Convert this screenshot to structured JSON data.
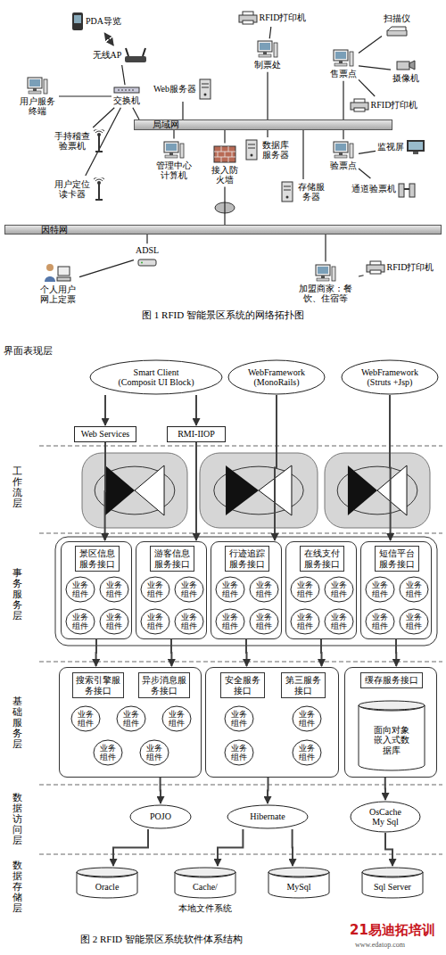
{
  "diagram": {
    "caption": "图 2  RFID 智能景区系统软件体系结构",
    "nodes": [
      {
        "text": [
          "PDA导览"
        ]
      },
      {
        "text": [
          "无线AP"
        ]
      },
      {
        "text": [
          "用户服务终端"
        ]
      },
      {
        "text": [
          "交换机"
        ]
      },
      {
        "text": [
          "手持稽查验票机"
        ]
      },
      {
        "text": [
          "用户定位读卡器"
        ]
      },
      {
        "text": [
          "Web服务器"
        ]
      },
      {
        "text": [
          "RFID打印机"
        ]
      },
      {
        "text": [
          "制票处"
        ]
      },
      {
        "text": [
          "扫描仪"
        ]
      },
      {
        "text": [
          "售票点"
        ]
      },
      {
        "text": [
          "摄像机"
        ]
      },
      {
        "text": [
          "RFID打印机"
        ]
      },
      {
        "text": [
          "局域网"
        ]
      },
      {
        "text": [
          "管理中心计算机"
        ]
      },
      {
        "text": [
          "数据库服务器"
        ]
      },
      {
        "text": [
          "接入防火墙"
        ]
      },
      {
        "text": [
          "存储服务器"
        ]
      },
      {
        "text": [
          "验票点"
        ]
      },
      {
        "text": [
          "监视屏"
        ]
      },
      {
        "text": [
          "通道验票机"
        ]
      },
      {
        "text": [
          "因特网"
        ]
      },
      {
        "text": [
          "ADSL"
        ]
      },
      {
        "text": [
          "个人用户网上定票"
        ]
      },
      {
        "text": [
          "加盟商家：餐饮、住宿等"
        ]
      },
      {
        "text": [
          "RFID打印机"
        ]
      },
      {
        "text": [
          "Smart Client",
          "(Composit UI Block)"
        ]
      },
      {
        "text": [
          "WebFramework",
          "(MonoRails)"
        ]
      },
      {
        "text": [
          "WebFramework",
          "(Struts +Jsp)"
        ]
      },
      {
        "text": [
          "Web Services"
        ]
      },
      {
        "text": [
          "RMI-IIOP"
        ]
      },
      {
        "text": [
          "景区信息服务接口"
        ]
      },
      {
        "text": [
          "业务组件"
        ],
        "in": 31
      },
      {
        "text": [
          "业务组件"
        ],
        "in": 31
      },
      {
        "text": [
          "业务组件"
        ],
        "in": 31
      },
      {
        "text": [
          "业务组件"
        ],
        "in": 31
      },
      {
        "text": [
          "游客信息服务接口"
        ]
      },
      {
        "text": [
          "业务组件"
        ],
        "in": 36
      },
      {
        "text": [
          "业务组件"
        ],
        "in": 36
      },
      {
        "text": [
          "业务组件"
        ],
        "in": 36
      },
      {
        "text": [
          "业务组件"
        ],
        "in": 36
      },
      {
        "text": [
          "行迹追踪服务接口"
        ]
      },
      {
        "text": [
          "业务组件"
        ],
        "in": 41
      },
      {
        "text": [
          "业务组件"
        ],
        "in": 41
      },
      {
        "text": [
          "业务组件"
        ],
        "in": 41
      },
      {
        "text": [
          "业务组件"
        ],
        "in": 41
      },
      {
        "text": [
          "在线支付服务接口"
        ]
      },
      {
        "text": [
          "业务组件"
        ],
        "in": 46
      },
      {
        "text": [
          "业务组件"
        ],
        "in": 46
      },
      {
        "text": [
          "业务组件"
        ],
        "in": 46
      },
      {
        "text": [
          "业务组件"
        ],
        "in": 46
      },
      {
        "text": [
          "短信平台服务接口"
        ]
      },
      {
        "text": [
          "业务组件"
        ],
        "in": 51
      },
      {
        "text": [
          "业务组件"
        ],
        "in": 51
      },
      {
        "text": [
          "业务组件"
        ],
        "in": 51
      },
      {
        "text": [
          "业务组件"
        ],
        "in": 51
      },
      {
        "text": [
          "搜索引擎服务接口",
          "异步消息服务接口"
        ]
      },
      {
        "text": [
          "业务组件"
        ],
        "in": 56
      },
      {
        "text": [
          "业务组件"
        ],
        "in": 56
      },
      {
        "text": [
          "业务组件"
        ],
        "in": 56
      },
      {
        "text": [
          "业务组件"
        ],
        "in": 56
      },
      {
        "text": [
          "业务组件"
        ],
        "in": 56
      },
      {
        "text": [
          "安全服务接口",
          "第三服务接口"
        ]
      },
      {
        "text": [
          "业务组件"
        ],
        "in": 62
      },
      {
        "text": [
          "业务组件"
        ],
        "in": 62
      },
      {
        "text": [
          "业务组件"
        ],
        "in": 62
      },
      {
        "text": [
          "业务组件"
        ],
        "in": 62
      },
      {
        "text": [
          "缓存服务接口"
        ]
      },
      {
        "text": [
          "面向对象嵌入式数据库"
        ],
        "in": 67
      },
      {
        "text": [
          "POJO"
        ]
      },
      {
        "text": [
          "Hibernate"
        ]
      },
      {
        "text": [
          "OsCache",
          "My Sql"
        ]
      },
      {
        "text": [
          "Oracle"
        ]
      },
      {
        "text": [
          "Cache/"
        ]
      },
      {
        "text": [
          "MySql"
        ]
      },
      {
        "text": [
          "Sql Server"
        ]
      }
    ],
    "edges": [
      {
        "from": 0,
        "to": 1,
        "arrow": "both"
      },
      {
        "from": 1,
        "to": 3,
        "arrow": "none"
      },
      {
        "from": 2,
        "to": 3,
        "arrow": "none"
      },
      {
        "from": 4,
        "to": 3,
        "arrow": "none"
      },
      {
        "from": 5,
        "to": 3,
        "arrow": "none"
      },
      {
        "from": 3,
        "to": 13,
        "arrow": "none"
      },
      {
        "from": 6,
        "to": 13,
        "arrow": "none"
      },
      {
        "from": 7,
        "to": 8,
        "arrow": "none"
      },
      {
        "from": 8,
        "to": 13,
        "arrow": "none"
      },
      {
        "from": 10,
        "to": 9,
        "arrow": "none"
      },
      {
        "from": 10,
        "to": 11,
        "arrow": "none"
      },
      {
        "from": 10,
        "to": 12,
        "arrow": "none"
      },
      {
        "from": 10,
        "to": 13,
        "arrow": "none"
      },
      {
        "from": 14,
        "to": 13,
        "arrow": "none"
      },
      {
        "from": 15,
        "to": 13,
        "arrow": "none"
      },
      {
        "from": 16,
        "to": 13,
        "arrow": "none"
      },
      {
        "from": 16,
        "to": 21,
        "arrow": "none"
      },
      {
        "from": 17,
        "to": 13,
        "arrow": "none"
      },
      {
        "from": 18,
        "to": 13,
        "arrow": "none"
      },
      {
        "from": 18,
        "to": 19,
        "arrow": "none"
      },
      {
        "from": 18,
        "to": 20,
        "arrow": "none"
      },
      {
        "from": 22,
        "to": 21,
        "arrow": "none"
      },
      {
        "from": 23,
        "to": 22,
        "arrow": "none"
      },
      {
        "from": 24,
        "to": 21,
        "arrow": "none"
      },
      {
        "from": 24,
        "to": 25,
        "arrow": "none"
      },
      {
        "from": 26,
        "to": 29,
        "arrow": "to"
      },
      {
        "from": 26,
        "to": 30,
        "arrow": "to"
      },
      {
        "from": 29,
        "to": 31,
        "arrow": "to"
      },
      {
        "from": 30,
        "to": 36,
        "arrow": "to"
      },
      {
        "from": 27,
        "to": 41,
        "arrow": "to"
      },
      {
        "from": 28,
        "to": 51,
        "arrow": "to"
      },
      {
        "from": 31,
        "to": 56,
        "arrow": "to"
      },
      {
        "from": 36,
        "to": 56,
        "arrow": "to"
      },
      {
        "from": 41,
        "to": 62,
        "arrow": "to"
      },
      {
        "from": 46,
        "to": 62,
        "arrow": "to"
      },
      {
        "from": 51,
        "to": 67,
        "arrow": "to"
      },
      {
        "from": 56,
        "to": 69,
        "arrow": "to"
      },
      {
        "from": 62,
        "to": 70,
        "arrow": "to"
      },
      {
        "from": 67,
        "to": 71,
        "arrow": "to"
      },
      {
        "from": 69,
        "to": 72,
        "arrow": "to"
      },
      {
        "from": 70,
        "to": 73,
        "arrow": "to"
      },
      {
        "from": 70,
        "to": 74,
        "arrow": "to"
      },
      {
        "from": 71,
        "to": 75,
        "arrow": "to"
      }
    ],
    "labels": [
      "图 1  RFID 智能景区系统的网络拓扑图",
      "界面表现层",
      "工作流层",
      "事务服务层",
      "基础服务层",
      "数据访问层",
      "数据存储层",
      "本地文件系统",
      "21易迪拓培训",
      "www.edatop.com"
    ]
  }
}
